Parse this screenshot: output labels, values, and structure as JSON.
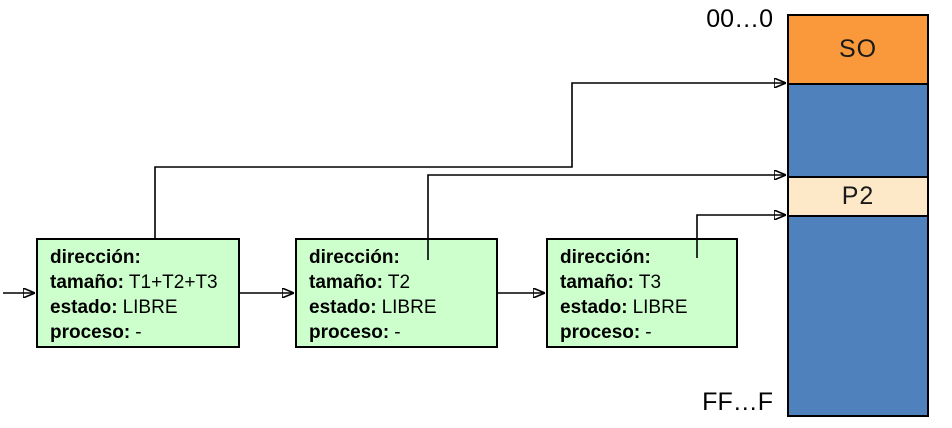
{
  "colors": {
    "background": "#FFFFFF",
    "os_segment": "#F9993B",
    "blue_segment": "#4F81BD",
    "process_segment": "#FDE9C8",
    "node_box": "#CCFFCC",
    "line": "#000000"
  },
  "memory_map": {
    "top_address_label": "00…0",
    "bottom_address_label": "FF…F",
    "segments": [
      {
        "label": "SO"
      },
      {
        "label": ""
      },
      {
        "label": "P2"
      },
      {
        "label": ""
      }
    ]
  },
  "free_list": {
    "nodes": [
      {
        "fields": [
          {
            "label": "dirección:",
            "value": ""
          },
          {
            "label": "tamaño:",
            "value": "T1+T2+T3"
          },
          {
            "label": "estado:",
            "value": "LIBRE"
          },
          {
            "label": "proceso:",
            "value": "-"
          }
        ]
      },
      {
        "fields": [
          {
            "label": "dirección:",
            "value": ""
          },
          {
            "label": "tamaño:",
            "value": "T2"
          },
          {
            "label": "estado:",
            "value": "LIBRE"
          },
          {
            "label": "proceso:",
            "value": "-"
          }
        ]
      },
      {
        "fields": [
          {
            "label": "dirección:",
            "value": ""
          },
          {
            "label": "tamaño:",
            "value": "T3"
          },
          {
            "label": "estado:",
            "value": "LIBRE"
          },
          {
            "label": "proceso:",
            "value": "-"
          }
        ]
      }
    ]
  }
}
